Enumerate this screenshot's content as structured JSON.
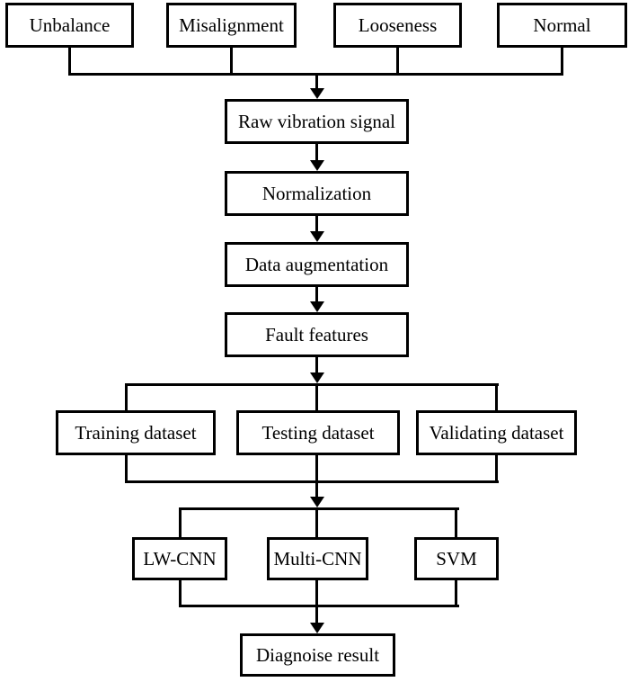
{
  "diagram": {
    "type": "flowchart",
    "colors": {
      "ink": "#000000",
      "background": "#ffffff",
      "box_fill": "#ffffff"
    },
    "nodes": {
      "unbalance": "Unbalance",
      "misalignment": "Misalignment",
      "looseness": "Looseness",
      "normal": "Normal",
      "raw_signal": "Raw vibration signal",
      "normalization": "Normalization",
      "data_augmentation": "Data augmentation",
      "fault_features": "Fault features",
      "training_dataset": "Training dataset",
      "testing_dataset": "Testing dataset",
      "validating_dataset": "Validating dataset",
      "lw_cnn": "LW-CNN",
      "multi_cnn": "Multi-CNN",
      "svm": "SVM",
      "diagnosis_result": "Diagnoise result"
    }
  }
}
